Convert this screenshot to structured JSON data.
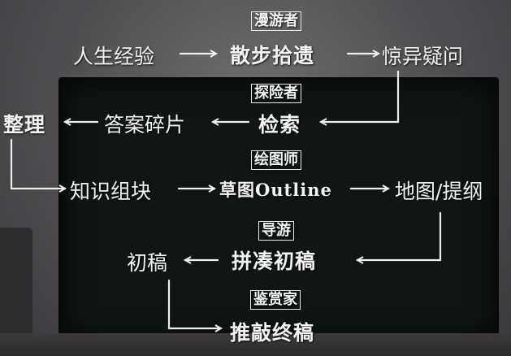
{
  "roles": {
    "wanderer": "漫游者",
    "explorer": "探险者",
    "cartographer": "绘图师",
    "guide": "导游",
    "connoisseur": "鉴赏家"
  },
  "nodes": {
    "life_experience": "人生经验",
    "stroll_gather": "散步拾遗",
    "wonder_question": "惊异疑问",
    "organize": "整理",
    "answer_fragments": "答案碎片",
    "search": "检索",
    "knowledge_chunks": "知识组块",
    "draft_outline": "草图Outline",
    "map_outline": "地图/提纲",
    "first_draft": "初稿",
    "piece_together": "拼凑初稿",
    "polish_final": "推敲终稿"
  },
  "colors": {
    "text": "#f3f3f3",
    "arrow": "#eeeeee",
    "screen": "#101712",
    "wall": "#5a585b"
  }
}
